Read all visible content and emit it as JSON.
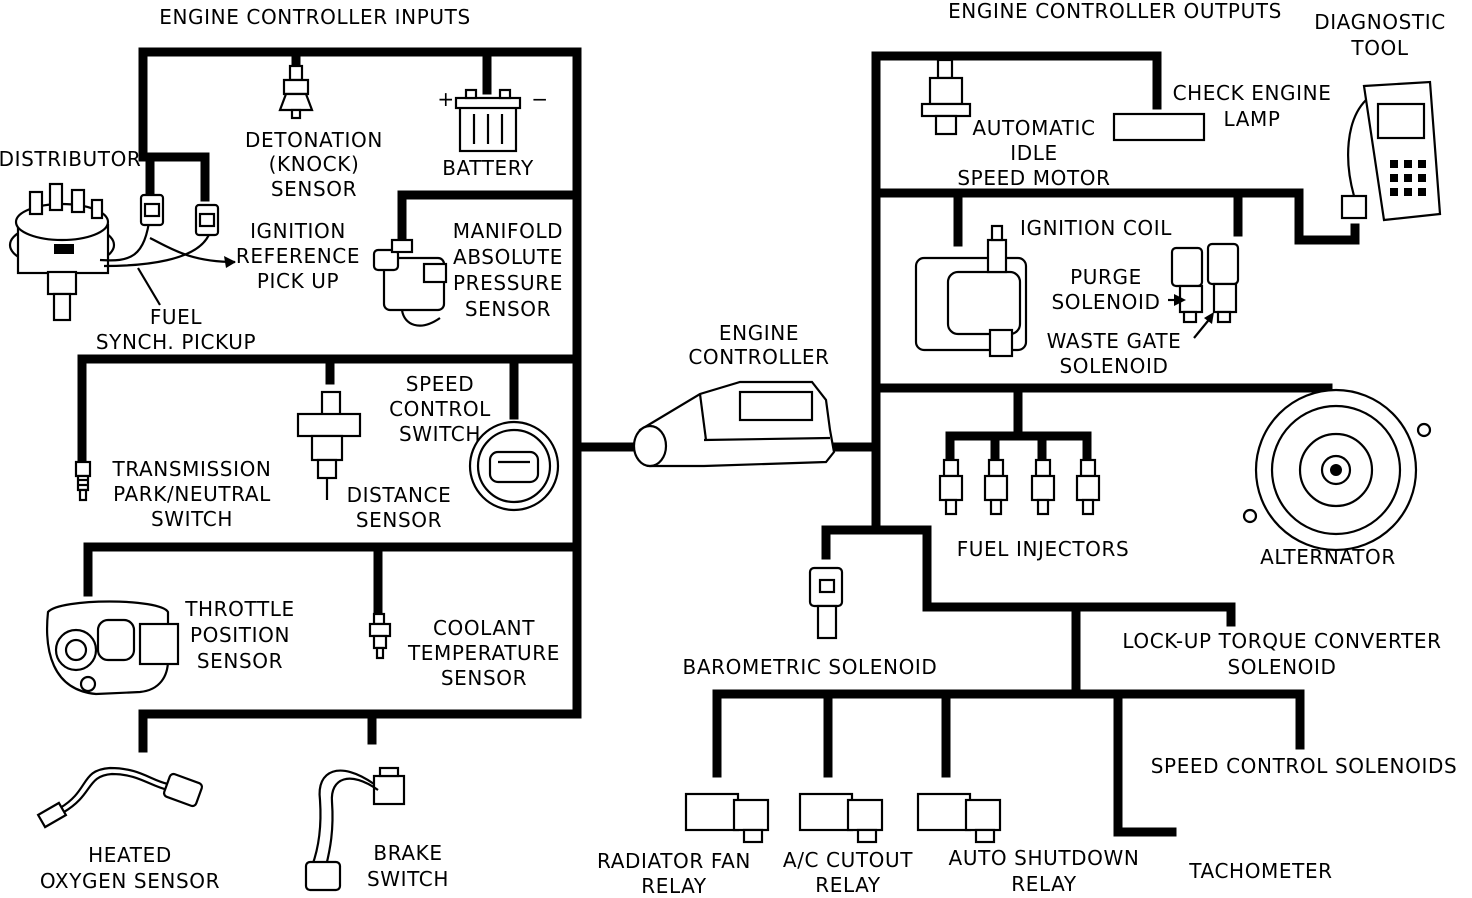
{
  "headers": {
    "inputs": "ENGINE CONTROLLER INPUTS",
    "outputs": "ENGINE CONTROLLER OUTPUTS"
  },
  "controller": [
    "ENGINE",
    "CONTROLLER"
  ],
  "inputs": {
    "distributor": [
      "DISTRIBUTOR"
    ],
    "detonation": [
      "DETONATION",
      "(KNOCK)",
      "SENSOR"
    ],
    "battery": [
      "BATTERY"
    ],
    "battery_plus": "+",
    "battery_minus": "−",
    "ignition_ref": [
      "IGNITION",
      "REFERENCE",
      "PICK UP"
    ],
    "fuel_synch": [
      "FUEL",
      "SYNCH. PICKUP"
    ],
    "map": [
      "MANIFOLD",
      "ABSOLUTE",
      "PRESSURE",
      "SENSOR"
    ],
    "park_neutral": [
      "TRANSMISSION",
      "PARK/NEUTRAL",
      "SWITCH"
    ],
    "speed_control_switch": [
      "SPEED",
      "CONTROL",
      "SWITCH"
    ],
    "distance": [
      "DISTANCE",
      "SENSOR"
    ],
    "throttle": [
      "THROTTLE",
      "POSITION",
      "SENSOR"
    ],
    "coolant": [
      "COOLANT",
      "TEMPERATURE",
      "SENSOR"
    ],
    "oxygen": [
      "HEATED",
      "OXYGEN SENSOR"
    ],
    "brake": [
      "BRAKE",
      "SWITCH"
    ]
  },
  "outputs": {
    "diagnostic": [
      "DIAGNOSTIC",
      "TOOL"
    ],
    "check_engine": [
      "CHECK ENGINE",
      "LAMP"
    ],
    "idle_motor": [
      "AUTOMATIC",
      "IDLE",
      "SPEED MOTOR"
    ],
    "ignition_coil": [
      "IGNITION COIL"
    ],
    "purge": [
      "PURGE",
      "SOLENOID"
    ],
    "waste_gate": [
      "WASTE GATE",
      "SOLENOID"
    ],
    "alternator": [
      "ALTERNATOR"
    ],
    "fuel_injectors": [
      "FUEL INJECTORS"
    ],
    "barometric": [
      "BAROMETRIC SOLENOID"
    ],
    "lockup": [
      "LOCK-UP TORQUE CONVERTER",
      "SOLENOID"
    ],
    "speed_solenoids": [
      "SPEED CONTROL SOLENOIDS"
    ],
    "radiator_fan": [
      "RADIATOR FAN",
      "RELAY"
    ],
    "ac_cutout": [
      "A/C CUTOUT",
      "RELAY"
    ],
    "auto_shutdown": [
      "AUTO SHUTDOWN",
      "RELAY"
    ],
    "tachometer": [
      "TACHOMETER"
    ]
  }
}
